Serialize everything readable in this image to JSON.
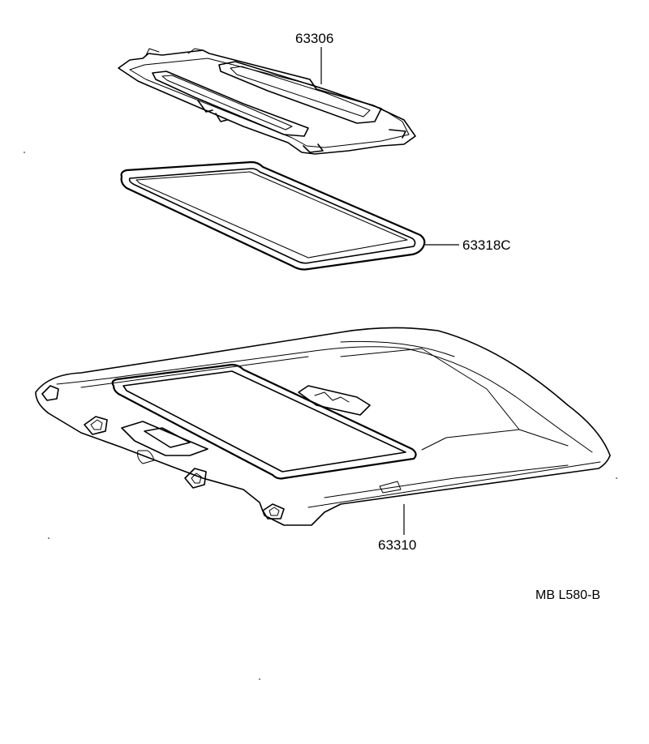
{
  "parts": {
    "sunshade": {
      "number": "63306"
    },
    "weatherstrip": {
      "number": "63318C"
    },
    "headliner": {
      "number": "63310"
    }
  },
  "diagram_code": "MB L580-B"
}
